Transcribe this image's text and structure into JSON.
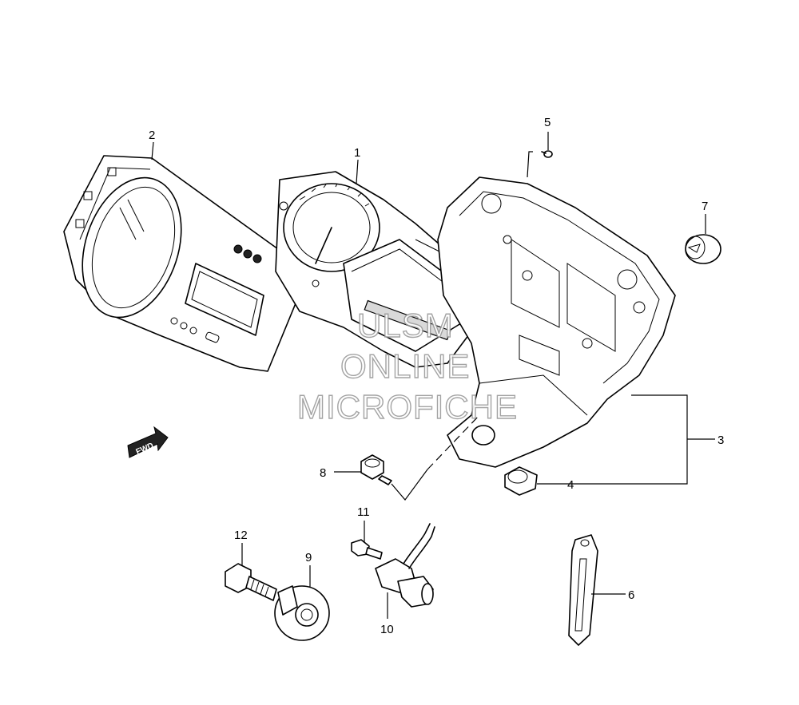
{
  "watermark": {
    "line1": "ULSM",
    "line2": "ONLINE",
    "line3": "MICROFICHE"
  },
  "fwd_label": "FWD",
  "callouts": {
    "c1": "1",
    "c2": "2",
    "c3": "3",
    "c4": "4",
    "c5": "5",
    "c6": "6",
    "c7": "7",
    "c8": "8",
    "c9": "9",
    "c10": "10",
    "c11": "11",
    "c12": "12"
  }
}
